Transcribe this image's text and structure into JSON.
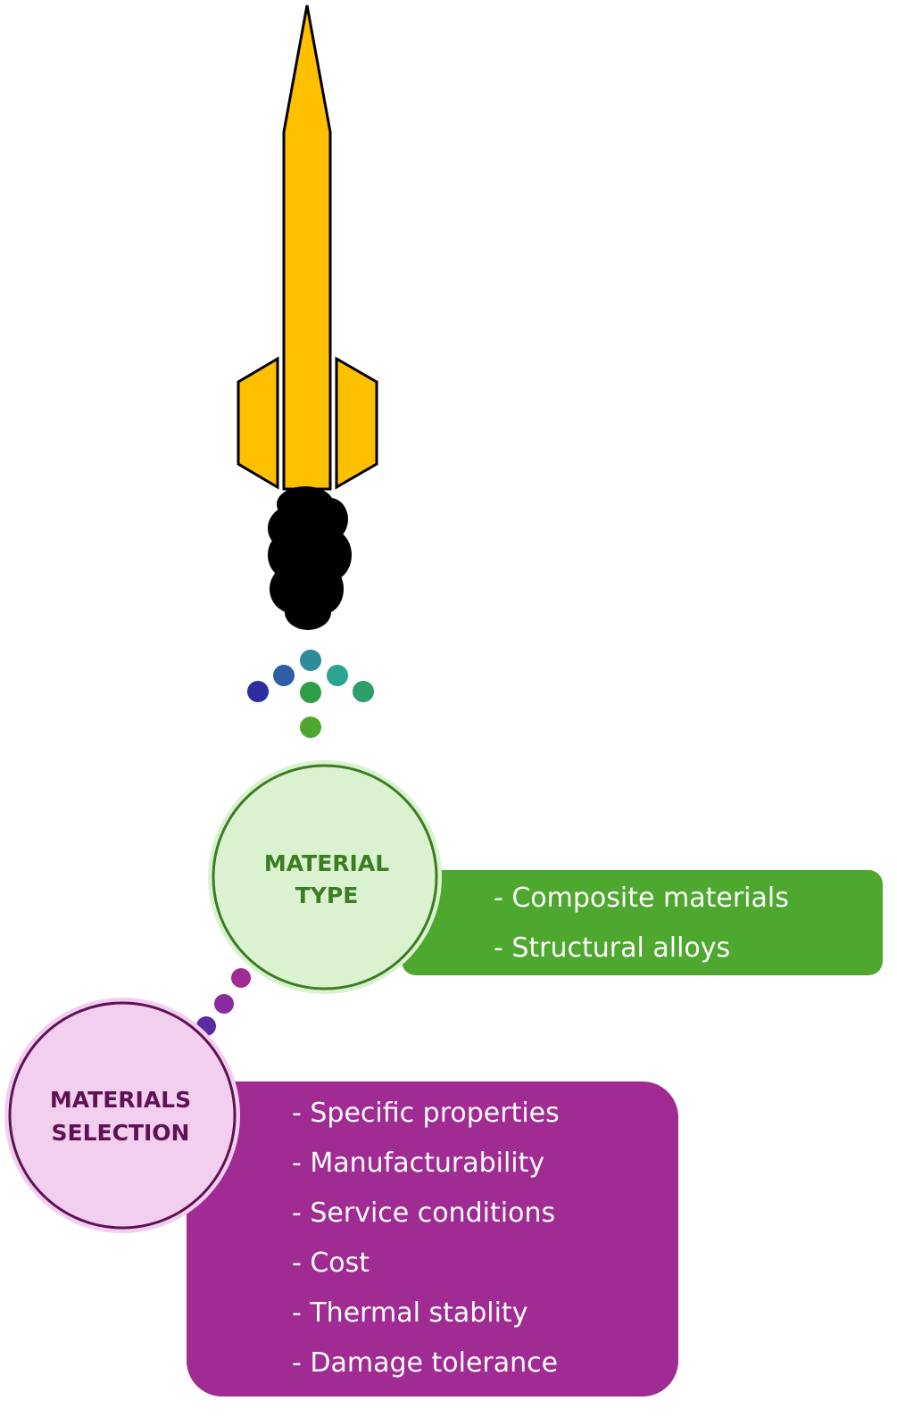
{
  "colors": {
    "rocket_fill": "#FFC000",
    "outline": "#000000",
    "exhaust": "#000000",
    "green_box": "#4EA72E",
    "green_circle_fill": "#DAF2D0",
    "green_circle_stroke": "#3B7D23",
    "green_text": "#3B7D23",
    "purple_box": "#A02B93",
    "purple_circle_fill": "#F2CFEE",
    "purple_circle_stroke": "#5E1253",
    "purple_text": "#5E1253"
  },
  "material_type": {
    "title_line1": "MATERIAL",
    "title_line2": "TYPE",
    "items": [
      "- Composite materials",
      "- Structural alloys"
    ]
  },
  "materials_selection": {
    "title_line1": "MATERIALS",
    "title_line2": "SELECTION",
    "items": [
      "- Specific properties",
      "- Manufacturability",
      "- Service conditions",
      "- Cost",
      "- Thermal stablity",
      "- Damage tolerance"
    ]
  }
}
